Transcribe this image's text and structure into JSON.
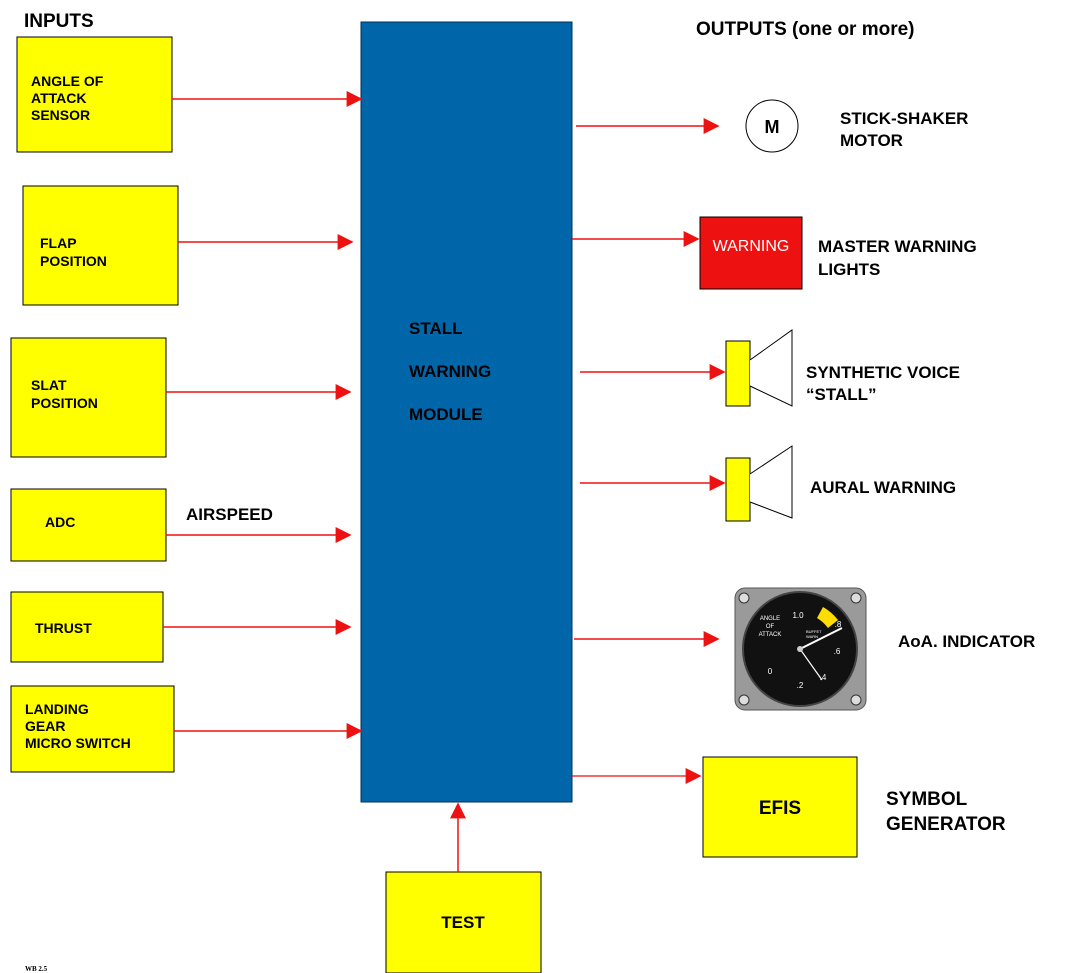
{
  "headings": {
    "inputs": "INPUTS",
    "outputs": "OUTPUTS (one or more)"
  },
  "inputs": [
    {
      "lines": [
        "ANGLE OF",
        "ATTACK",
        "SENSOR"
      ]
    },
    {
      "lines": [
        "FLAP",
        "POSITION"
      ]
    },
    {
      "lines": [
        "SLAT",
        "POSITION"
      ]
    },
    {
      "lines": [
        "ADC"
      ],
      "signal": "AIRSPEED"
    },
    {
      "lines": [
        "THRUST"
      ]
    },
    {
      "lines": [
        "LANDING",
        "GEAR",
        "MICRO SWITCH"
      ]
    }
  ],
  "module": {
    "lines": [
      "STALL",
      "WARNING",
      "MODULE"
    ]
  },
  "test": {
    "label": "TEST"
  },
  "outputs": {
    "stick_shaker": {
      "symbol": "M",
      "lines": [
        "STICK-SHAKER",
        "MOTOR"
      ]
    },
    "master_warning": {
      "lamp_text": "WARNING",
      "lines": [
        "MASTER WARNING",
        "LIGHTS"
      ]
    },
    "synthetic_voice": {
      "lines": [
        "SYNTHETIC VOICE",
        "“STALL”"
      ]
    },
    "aural_warning": {
      "lines": [
        "AURAL WARNING"
      ]
    },
    "aoa_indicator": {
      "label": "AoA. INDICATOR",
      "dial_title": [
        "ANGLE",
        "OF",
        "ATTACK"
      ],
      "dial_sub": [
        "BUFFET",
        "WARN"
      ],
      "scale": [
        "1.0",
        ".8",
        ".6",
        ".4",
        ".2",
        "0"
      ]
    },
    "efis": {
      "box_label": "EFIS",
      "lines": [
        "SYMBOL",
        "GENERATOR"
      ]
    }
  },
  "footer": {
    "code": "WB 2.5"
  },
  "colors": {
    "module": "#0066aa",
    "input_box": "#ffff00",
    "arrow": "#ee1111",
    "warning_lamp": "#ee1111"
  }
}
